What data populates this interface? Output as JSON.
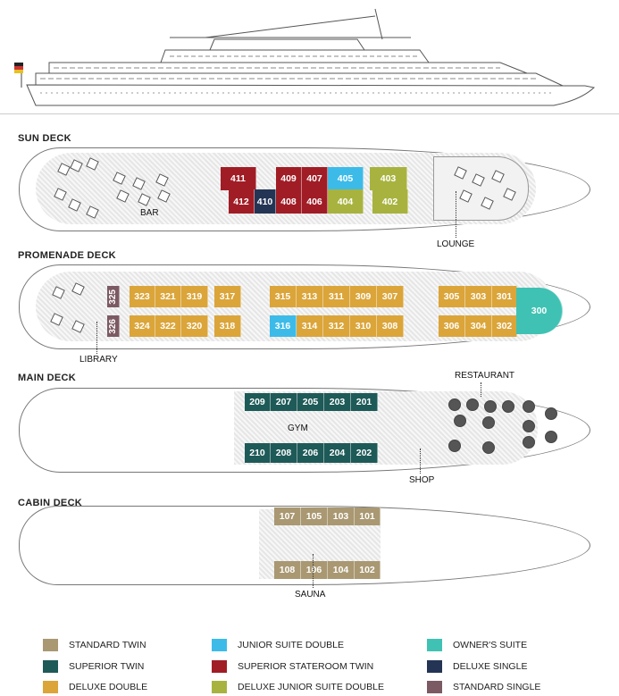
{
  "decks": {
    "sun": {
      "label": "SUN DECK",
      "bar": "BAR",
      "lounge": "LOUNGE",
      "top": [
        "411",
        "409",
        "407",
        "405",
        "403"
      ],
      "bottom": [
        "412",
        "410",
        "408",
        "406",
        "404",
        "402"
      ]
    },
    "promenade": {
      "label": "PROMENADE DECK",
      "library": "LIBRARY",
      "top": [
        "325",
        "323",
        "321",
        "319",
        "317",
        "315",
        "313",
        "311",
        "309",
        "307",
        "305",
        "303",
        "301"
      ],
      "bottom": [
        "326",
        "324",
        "322",
        "320",
        "318",
        "316",
        "314",
        "312",
        "310",
        "308",
        "306",
        "304",
        "302"
      ],
      "owner": "300"
    },
    "main": {
      "label": "MAIN DECK",
      "gym": "GYM",
      "restaurant": "RESTAURANT",
      "shop": "SHOP",
      "top": [
        "209",
        "207",
        "205",
        "203",
        "201"
      ],
      "bottom": [
        "210",
        "208",
        "206",
        "204",
        "202"
      ]
    },
    "cabin": {
      "label": "CABIN DECK",
      "sauna": "SAUNA",
      "top": [
        "107",
        "105",
        "103",
        "101"
      ],
      "bottom": [
        "108",
        "106",
        "104",
        "102"
      ]
    }
  },
  "legend": [
    {
      "label": "STANDARD TWIN",
      "color": "#a99872"
    },
    {
      "label": "SUPERIOR TWIN",
      "color": "#1e5a58"
    },
    {
      "label": "DELUXE DOUBLE",
      "color": "#dba53a"
    },
    {
      "label": "JUNIOR SUITE DOUBLE",
      "color": "#3cbbe9"
    },
    {
      "label": "SUPERIOR STATEROOM TWIN",
      "color": "#a01d26"
    },
    {
      "label": "DELUXE JUNIOR SUITE DOUBLE",
      "color": "#a8b33f"
    },
    {
      "label": "OWNER'S SUITE",
      "color": "#3fc2b3"
    },
    {
      "label": "DELUXE SINGLE",
      "color": "#243455"
    },
    {
      "label": "STANDARD SINGLE",
      "color": "#7c5a63"
    }
  ]
}
